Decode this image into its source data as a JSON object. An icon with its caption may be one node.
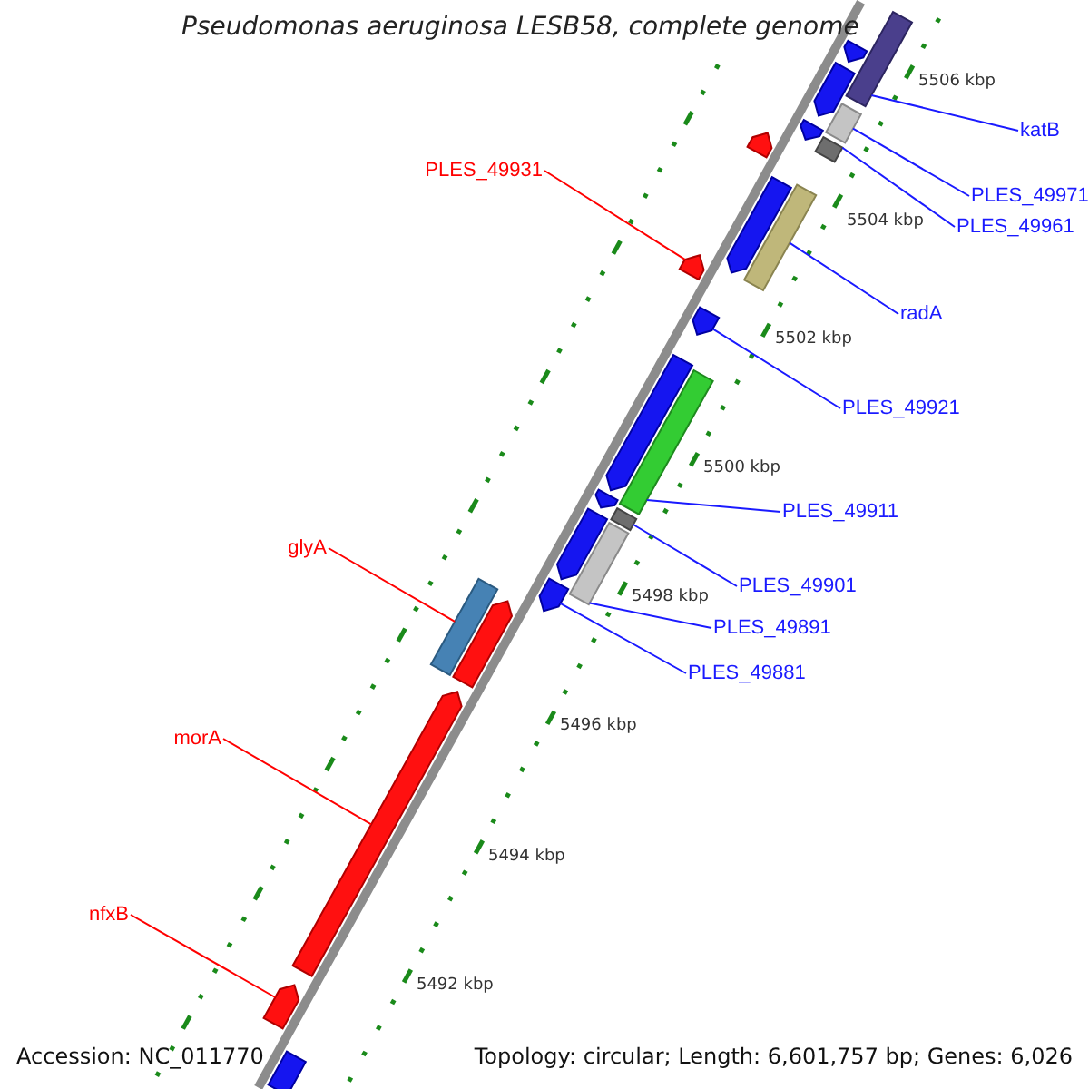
{
  "diagram": {
    "title": "Pseudomonas aeruginosa LESB58, complete genome",
    "nodes": [
      {
        "text": [
          "katB"
        ]
      },
      {
        "text": [
          "PLES_49971"
        ]
      },
      {
        "text": [
          "PLES_49961"
        ]
      },
      {
        "text": [
          "radA"
        ]
      },
      {
        "text": [
          "PLES_49921"
        ]
      },
      {
        "text": [
          "PLES_49911"
        ]
      },
      {
        "text": [
          "PLES_49901"
        ]
      },
      {
        "text": [
          "PLES_49891"
        ]
      },
      {
        "text": [
          "PLES_49881"
        ]
      },
      {
        "text": [
          "PLES_49931"
        ]
      },
      {
        "text": [
          "glyA"
        ]
      },
      {
        "text": [
          "morA"
        ]
      },
      {
        "text": [
          "nfxB"
        ]
      },
      {
        "text": [],
        "shape": "bar"
      },
      {
        "text": [],
        "shape": "pentagon"
      },
      {
        "text": [],
        "shape": "pentagon"
      },
      {
        "text": [],
        "shape": "bar"
      },
      {
        "text": [],
        "shape": "pentagon"
      },
      {
        "text": [],
        "shape": "bar"
      },
      {
        "text": [],
        "shape": "pentagon"
      },
      {
        "text": [],
        "shape": "bar"
      },
      {
        "text": [],
        "shape": "pentagon"
      },
      {
        "text": [],
        "shape": "pentagon"
      },
      {
        "text": [],
        "shape": "pentagon"
      },
      {
        "text": [],
        "shape": "pentagon"
      },
      {
        "text": [],
        "shape": "bar"
      },
      {
        "text": [],
        "shape": "pentagon"
      },
      {
        "text": [],
        "shape": "bar"
      },
      {
        "text": [],
        "shape": "pentagon"
      },
      {
        "text": [],
        "shape": "bar"
      },
      {
        "text": [],
        "shape": "pentagon"
      },
      {
        "text": [],
        "shape": "bar"
      },
      {
        "text": [],
        "shape": "pentagon"
      },
      {
        "text": [],
        "shape": "pentagon"
      },
      {
        "text": [],
        "shape": "pentagon"
      },
      {
        "text": [],
        "shape": "bar"
      }
    ],
    "edges": [
      {
        "from": 0,
        "to": 13,
        "arrow": "none"
      },
      {
        "from": 1,
        "to": 16,
        "arrow": "none"
      },
      {
        "from": 2,
        "to": 18,
        "arrow": "none"
      },
      {
        "from": 3,
        "to": 20,
        "arrow": "none"
      },
      {
        "from": 4,
        "to": 23,
        "arrow": "none"
      },
      {
        "from": 5,
        "to": 25,
        "arrow": "none"
      },
      {
        "from": 6,
        "to": 27,
        "arrow": "none"
      },
      {
        "from": 7,
        "to": 29,
        "arrow": "none"
      },
      {
        "from": 8,
        "to": 30,
        "arrow": "none"
      },
      {
        "from": 9,
        "to": 22,
        "arrow": "none",
        "color": "#ff0000"
      },
      {
        "from": 10,
        "to": 31,
        "arrow": "none",
        "color": "#ff0000"
      },
      {
        "from": 11,
        "to": 33,
        "arrow": "none",
        "color": "#ff0000"
      },
      {
        "from": 12,
        "to": 34,
        "arrow": "none",
        "color": "#ff0000"
      }
    ],
    "labels": [
      "5506 kbp",
      "5504 kbp",
      "5502 kbp",
      "5500 kbp",
      "5498 kbp",
      "5496 kbp",
      "5494 kbp",
      "5492 kbp",
      "Accession: NC_011770",
      "Topology: circular; Length: 6,601,757 bp; Genes: 6,026"
    ]
  }
}
